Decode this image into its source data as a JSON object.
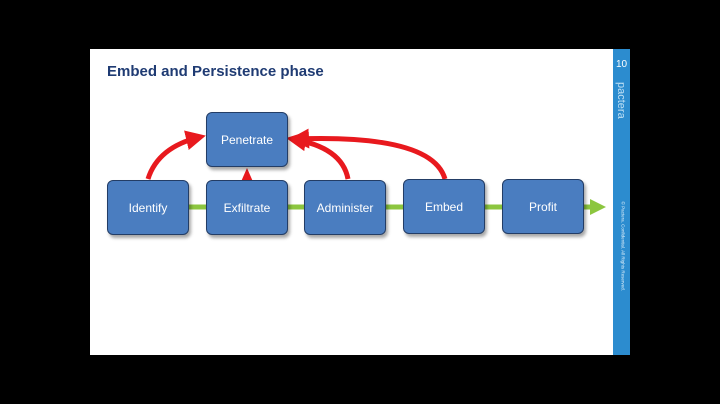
{
  "slide": {
    "title": "Embed and Persistence phase",
    "page_number": "10",
    "brand": "pactera",
    "copyright": "© Pactera. Confidential. All Rights Reserved."
  },
  "diagram": {
    "top_node": "Penetrate",
    "chain": [
      "Identify",
      "Exfiltrate",
      "Administer",
      "Embed",
      "Profit"
    ],
    "colors": {
      "box": "#4a7dc0",
      "box_border": "#233d66",
      "flow_arrow": "#8cc63f",
      "persistence_arrow": "#e8191e"
    }
  }
}
